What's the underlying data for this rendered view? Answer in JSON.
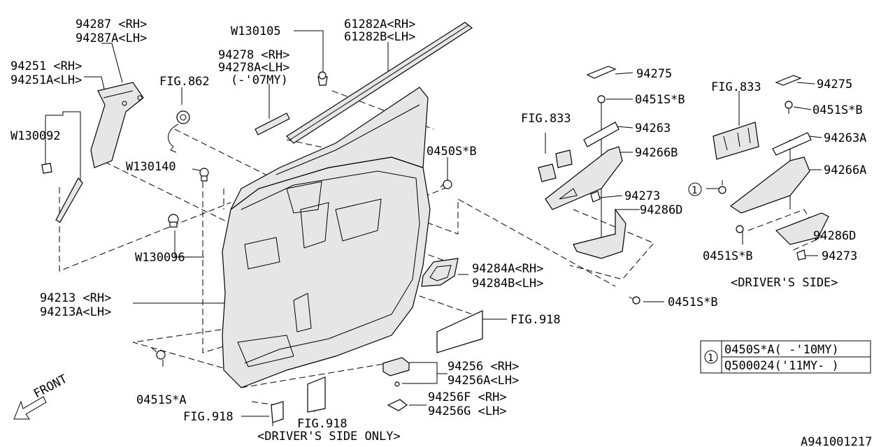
{
  "labels": {
    "p94287_rh": "94287 <RH>",
    "p94287_lh": "94287A<LH>",
    "p94251_rh": "94251 <RH>",
    "p94251_lh": "94251A<LH>",
    "w130092": "W130092",
    "fig862": "FIG.862",
    "w130105": "W130105",
    "p94278_rh": "94278 <RH>",
    "p94278_lh": "94278A<LH>",
    "p94278_my": "(-'07MY)",
    "p61282_rh": "61282A<RH>",
    "p61282_lh": "61282B<LH>",
    "w130140": "W130140",
    "w130096": "W130096",
    "p0450sb_main": "0450S*B",
    "p94213_rh": "94213 <RH>",
    "p94213_lh": "94213A<LH>",
    "p94284_rh": "94284A<RH>",
    "p94284_lh": "94284B<LH>",
    "fig918_right": "FIG.918",
    "p0451sa": "0451S*A",
    "front": "FRONT",
    "fig918_left": "FIG.918",
    "fig918_bottom": "FIG.918",
    "drivers_side_only": "<DRIVER'S SIDE ONLY>",
    "p94256_rh": "94256 <RH>",
    "p94256_lh": "94256A<LH>",
    "p94256f_rh": "94256F <RH>",
    "p94256g_lh": "94256G <LH>",
    "p94275_mid": "94275",
    "p0451sb_mid": "0451S*B",
    "fig833_mid": "FIG.833",
    "p94263_mid": "94263",
    "p94266b": "94266B",
    "p94273_mid": "94273",
    "p94286d_mid": "94286D",
    "p0451sb_center": "0451S*B",
    "fig833_right": "FIG.833",
    "p94275_right": "94275",
    "p0451sb_right": "0451S*B",
    "p94263a": "94263A",
    "p94266a": "94266A",
    "p94286d_right": "94286D",
    "p0451sb_right2": "0451S*B",
    "p94273_right": "94273",
    "drivers_side": "<DRIVER'S SIDE>",
    "diagram_id": "A941001217"
  },
  "callout": "1",
  "table": {
    "marker": "1",
    "row1": "0450S*A( -'10MY)",
    "row2": "Q500024('11MY- )"
  }
}
